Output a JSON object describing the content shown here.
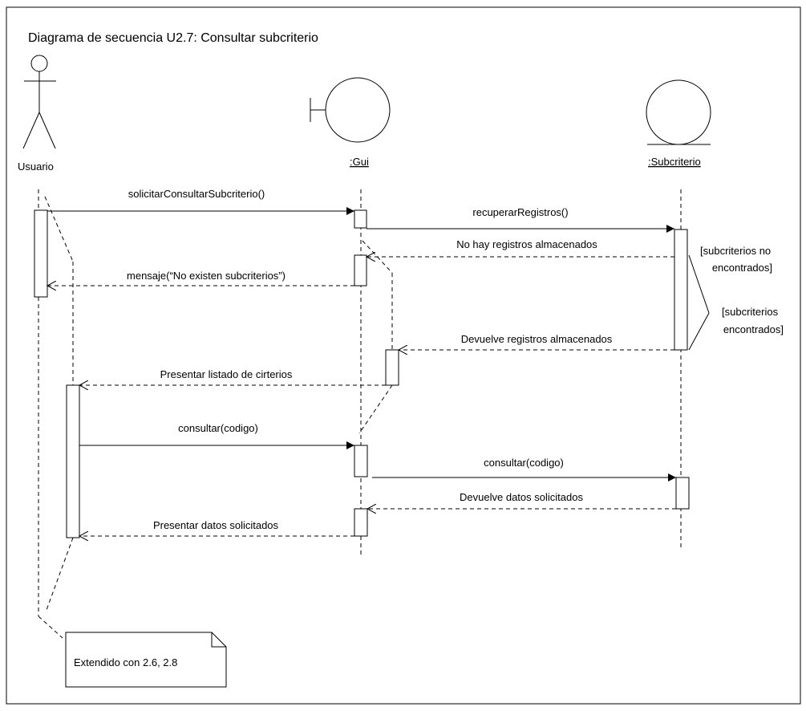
{
  "diagram": {
    "title": "Diagrama de secuencia U2.7: Consultar subcriterio",
    "actors": {
      "usuario": "Usuario",
      "gui": ":Gui",
      "subcriterio": ":Subcriterio"
    },
    "messages": {
      "m1": "solicitarConsultarSubcriterio()",
      "m2": "recuperarRegistros()",
      "m3": "No hay registros almacenados",
      "m4": "mensaje(“No existen subcriterios”)",
      "m5": "Devuelve registros almacenados",
      "m6": "Presentar listado de cirterios",
      "m7": "consultar(codigo)",
      "m8": "consultar(codigo)",
      "m9": "Devuelve datos solicitados",
      "m10": "Presentar datos solicitados"
    },
    "guards": {
      "g1_line1": "[subcriterios no",
      "g1_line2": "encontrados]",
      "g2_line1": "[subcriterios",
      "g2_line2": "encontrados]"
    },
    "note": "Extendido con 2.6, 2.8"
  }
}
